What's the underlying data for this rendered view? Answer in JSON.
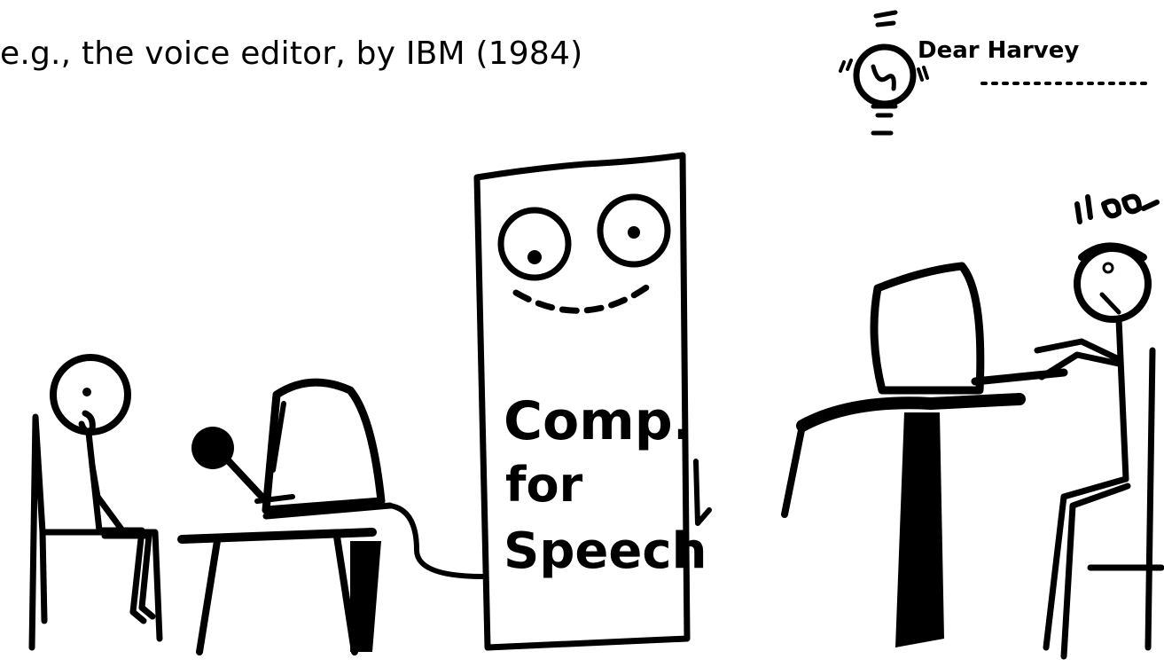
{
  "caption": "e.g., the voice editor, by IBM (1984)",
  "sketch": {
    "speech_computer_label": [
      "Comp.",
      "for",
      "Speech"
    ],
    "thought_text": "Dear Harvey",
    "ink_color": "#000000",
    "background_color": "#ffffff"
  }
}
